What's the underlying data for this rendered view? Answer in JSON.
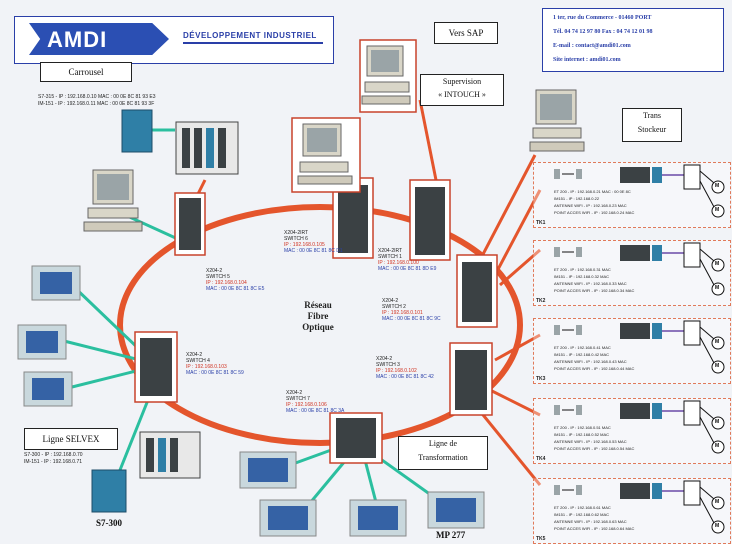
{
  "logo": {
    "brand": "AMDI",
    "tagline": "DÉVELOPPEMENT INDUSTRIEL"
  },
  "contact": {
    "address": "1 ter, rue du Commerce  -  01460 PORT",
    "phone_fax": "Tél. 04 74 12 97 80    Fax : 04 74 12 01 98",
    "email": "E-mail : contact@amdi01.com",
    "site": "Site internet : amdi01.com"
  },
  "boxes": {
    "carrousel": "Carrousel",
    "vers_sap": "Vers SAP",
    "supervision": "Supervision",
    "intouch": "« INTOUCH »",
    "trans_stockeur_1": "Trans",
    "trans_stockeur_2": "Stockeur",
    "ligne_selvex": "Ligne SELVEX",
    "ligne_transfo_1": "Ligne de",
    "ligne_transfo_2": "Transformation"
  },
  "center": {
    "line1": "Réseau",
    "line2": "Fibre",
    "line3": "Optique"
  },
  "footer": {
    "s7_300": "S7-300",
    "mp277": "MP 277"
  },
  "carrousel_labels": {
    "l1": "S7-315 - IP : 192.168.0.10  MAC : 00 0E 8C 81 93 E3",
    "l2": "IM-151 - IP : 192.168.0.11  MAC : 00 0E 8C 81 93 3F"
  },
  "selvex_labels": {
    "l1": "S7-300 - IP : 192.168.0.70",
    "l2": "IM-151 - IP : 192.168.0.71"
  },
  "switches": [
    {
      "model": "X204-2",
      "name": "SWITCH 5",
      "ip": "IP : 192.168.0.104",
      "mac": "MAC : 00 0E 8C 81 8C E5"
    },
    {
      "model": "X204-2IRT",
      "name": "SWITCH 6",
      "ip": "IP : 192.168.0.105",
      "mac": "MAC : 00 0E 8C 81 8C D1"
    },
    {
      "model": "X204-2IRT",
      "name": "SWITCH 1",
      "ip": "IP : 192.168.0.100",
      "mac": "MAC : 00 0E 8C 81 8D E9"
    },
    {
      "model": "X204-2",
      "name": "SWITCH 2",
      "ip": "IP : 192.168.0.101",
      "mac": "MAC : 00 0E 8C 81 8C 9C"
    },
    {
      "model": "X204-2",
      "name": "SWITCH 3",
      "ip": "IP : 192.168.0.102",
      "mac": "MAC : 00 0E 8C 81 8C 42"
    },
    {
      "model": "X204-2",
      "name": "SWITCH 4",
      "ip": "IP : 192.168.0.103",
      "mac": "MAC : 00 0E 8C 81 8C 59"
    },
    {
      "model": "X204-2",
      "name": "SWITCH 7",
      "ip": "IP : 192.168.0.106",
      "mac": "MAC : 00 0E 8C 81 8C 3A"
    }
  ],
  "trk": [
    {
      "tag": "TK1",
      "l1": "ET 200 - IP : 192.168.0.21  MAC : 00 0E 8C",
      "l2": "IM151 - IP : 192.168.0.22",
      "l3": "ANTENNE WIFI - IP : 192.168.0.23  MAC",
      "l4": "POINT ACCES WIFI - IP : 192.168.0.24  MAC"
    },
    {
      "tag": "TK2",
      "l1": "ET 200 - IP : 192.168.0.31  MAC",
      "l2": "IM151 - IP : 192.168.0.32  MAC",
      "l3": "ANTENNE WIFI - IP : 192.168.0.33  MAC",
      "l4": "POINT ACCES WIFI - IP : 192.168.0.34  MAC"
    },
    {
      "tag": "TK3",
      "l1": "ET 200 - IP : 192.168.0.41  MAC",
      "l2": "IM151 - IP : 192.168.0.42  MAC",
      "l3": "ANTENNE WIFI - IP : 192.168.0.43  MAC",
      "l4": "POINT ACCES WIFI - IP : 192.168.0.44  MAC"
    },
    {
      "tag": "TK4",
      "l1": "ET 200 - IP : 192.168.0.51  MAC",
      "l2": "IM151 - IP : 192.168.0.52  MAC",
      "l3": "ANTENNE WIFI - IP : 192.168.0.53  MAC",
      "l4": "POINT ACCES WIFI - IP : 192.168.0.54  MAC"
    },
    {
      "tag": "TK5",
      "l1": "ET 200 - IP : 192.168.0.61  MAC",
      "l2": "IM151 - IP : 192.168.0.62  MAC",
      "l3": "ANTENNE WIFI - IP : 192.168.0.63  MAC",
      "l4": "POINT ACCES WIFI - IP : 192.168.0.64  MAC"
    }
  ],
  "motor": "M",
  "colors": {
    "ring": "#e4552c",
    "link": "#2bbf9f",
    "accent": "#2a3fa8",
    "panel_border": "#c8432b"
  }
}
